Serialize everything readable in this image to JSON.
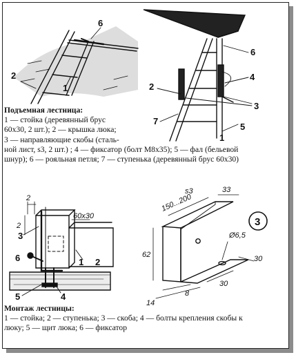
{
  "top_figure": {
    "labels": [
      "1",
      "2",
      "3",
      "4",
      "5",
      "6",
      "7"
    ]
  },
  "caption_lift": {
    "title": "Подъемная лестница:",
    "l1": "1 — стойка (деревянный брус",
    "l2": "60х30, 2 шт.); 2 — крышка люка;",
    "l3": "3 — направляющие скобы (сталь-",
    "l4": "ной лист, s3, 2 шт.) ; 4 — фиксатор (болт М8х35); 5 — фал (бельевой",
    "l5": "шнур); 6 — рояльная петля; 7 — ступенька (деревянный брус 60х30)"
  },
  "mount_figure": {
    "dim_2": "2",
    "dim_60x30": "60x30",
    "labels": [
      "1",
      "2",
      "3",
      "4",
      "5",
      "6"
    ]
  },
  "bracket_figure": {
    "circle_number": "3",
    "dim_s3": "s3",
    "dim_33": "33",
    "dim_150_200": "150...200",
    "dim_d65": "Ø6,5",
    "dim_62": "62",
    "dim_30a": "30",
    "dim_30b": "30",
    "dim_8": "8",
    "dim_14": "14"
  },
  "caption_mount": {
    "title": "Монтаж лестницы:",
    "l1": "1 — стойка; 2 — ступенька; 3 — скоба; 4 — болты крепления скобы к",
    "l2": "люку; 5 — щит люка; 6 — фиксатор"
  }
}
